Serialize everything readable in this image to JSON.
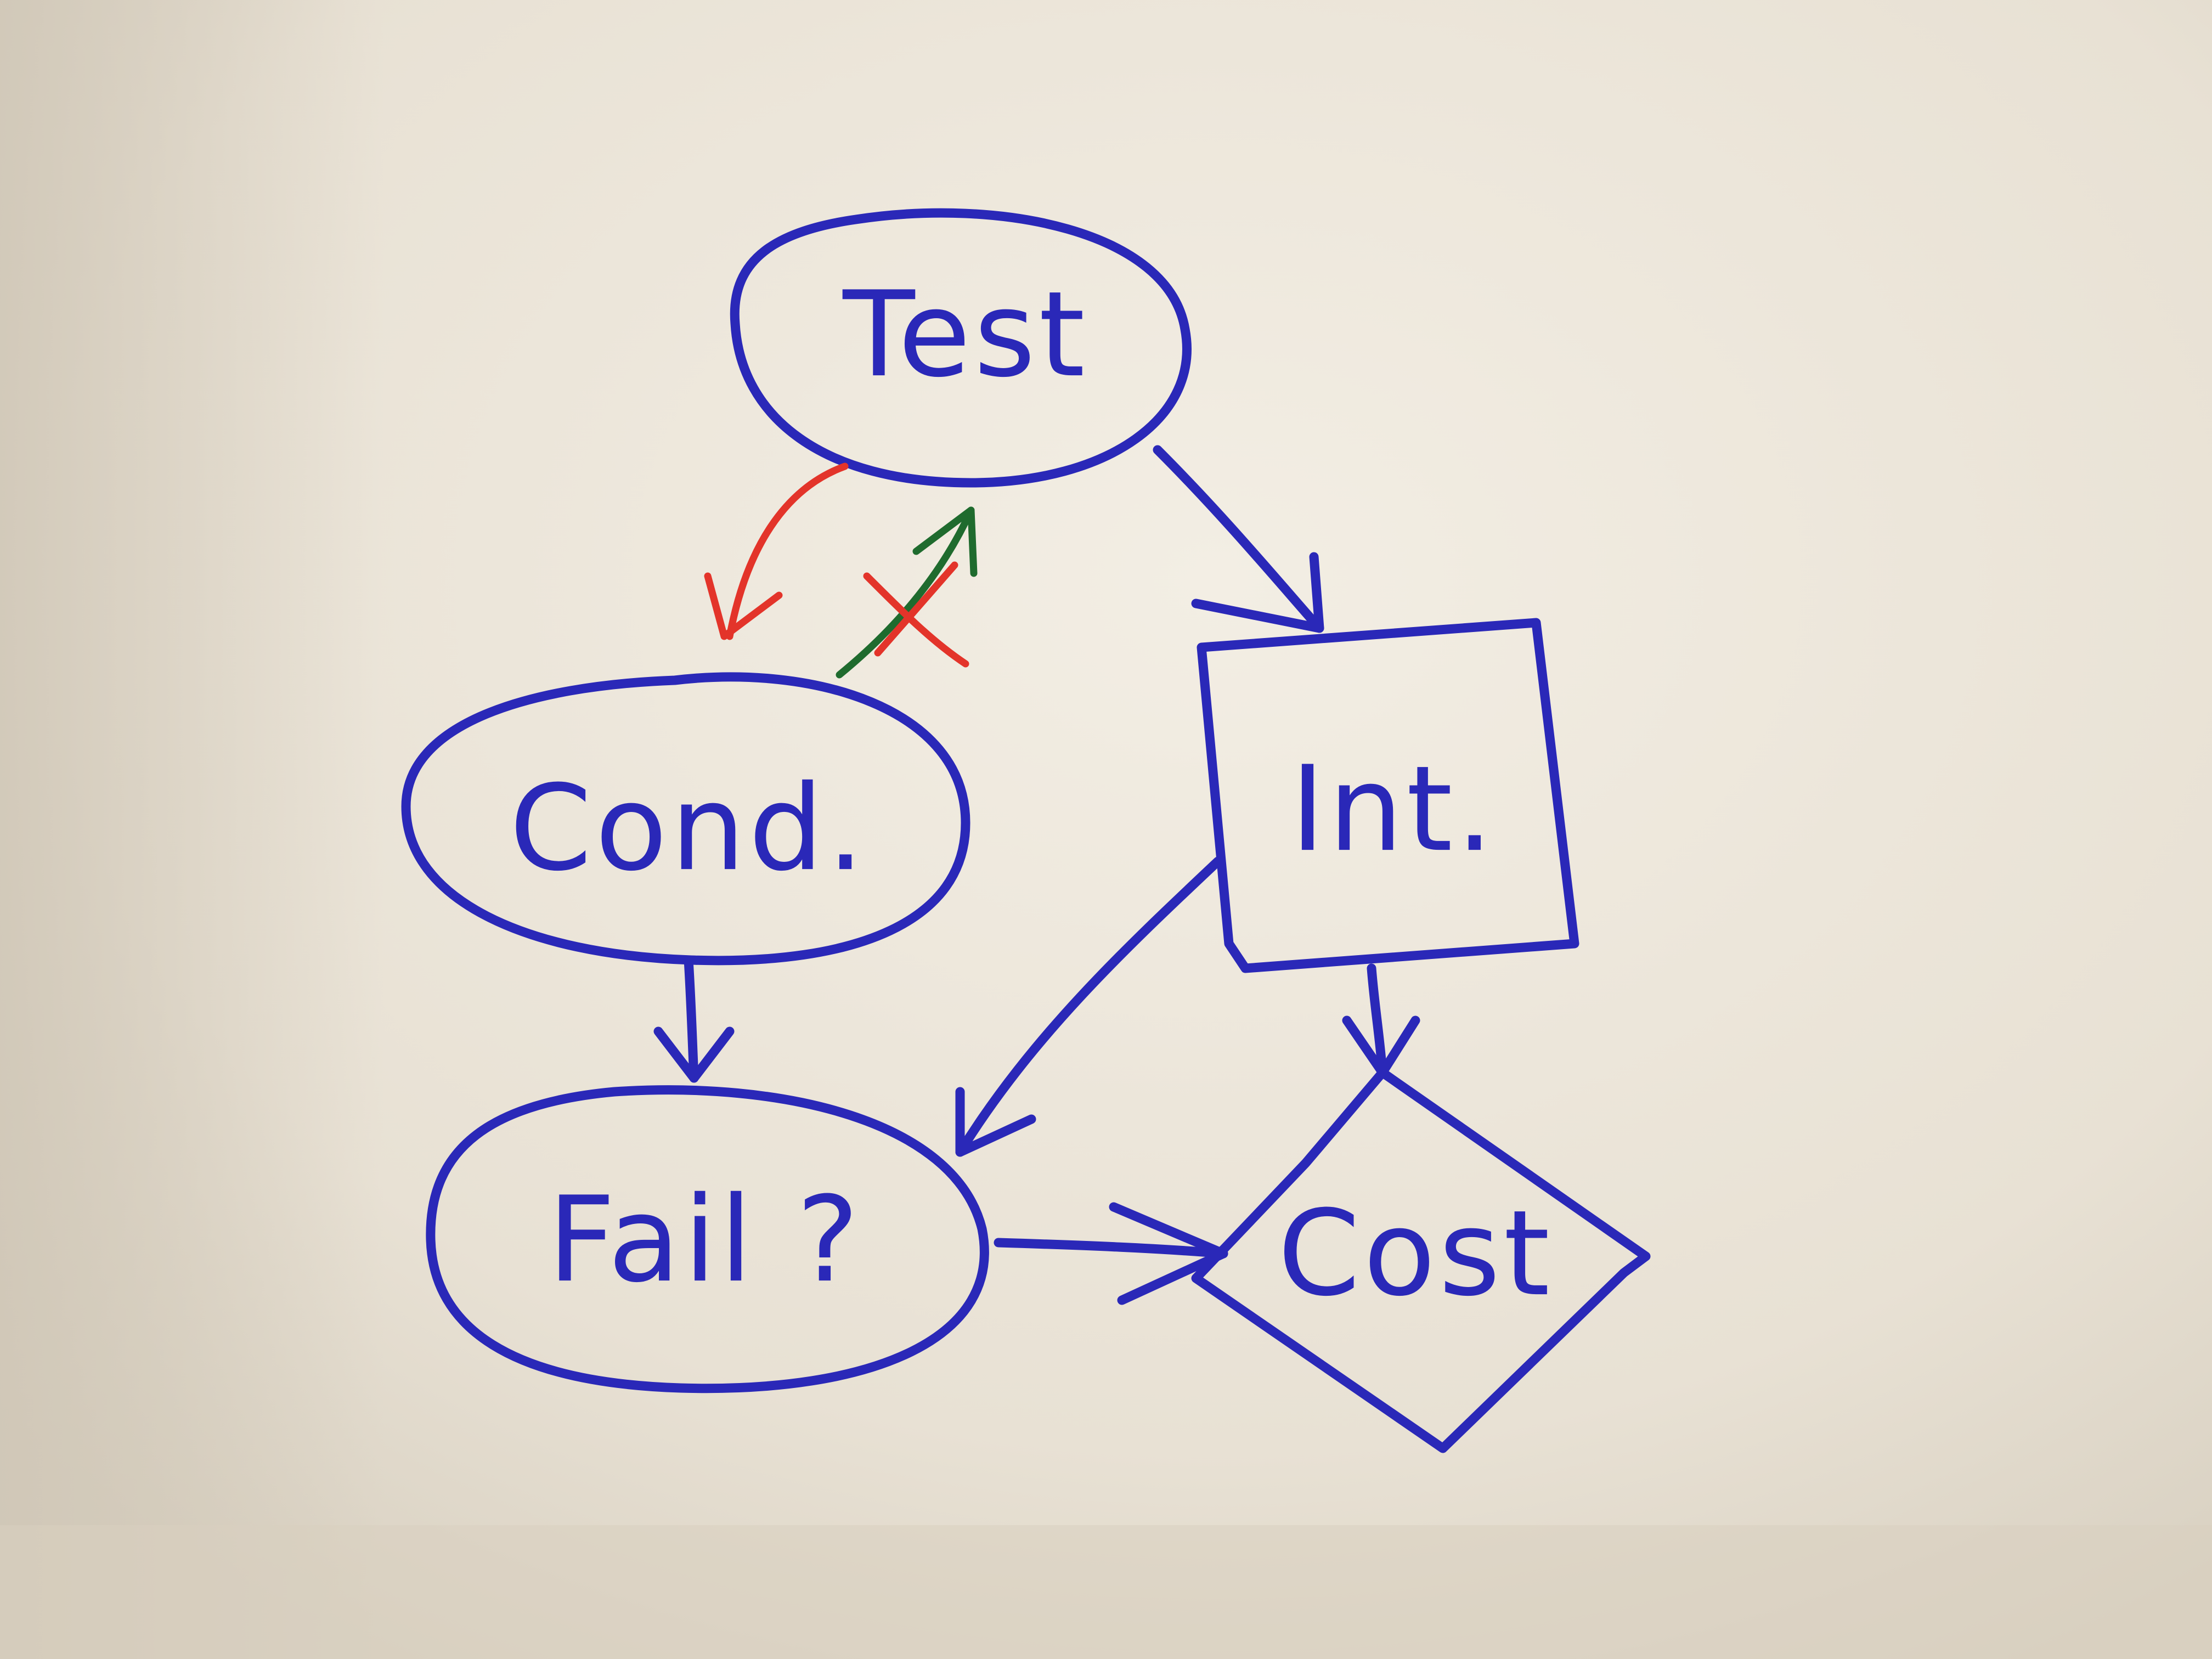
{
  "diagram": {
    "nodes": [
      {
        "id": "test",
        "label": "Test",
        "shape": "ellipse"
      },
      {
        "id": "cond",
        "label": "Cond.",
        "shape": "ellipse"
      },
      {
        "id": "int",
        "label": "Int.",
        "shape": "rectangle"
      },
      {
        "id": "fail",
        "label": "Fail ?",
        "shape": "ellipse"
      },
      {
        "id": "cost",
        "label": "Cost",
        "shape": "diamond"
      }
    ],
    "edges": [
      {
        "from": "test",
        "to": "int",
        "color": "blue",
        "crossed_out": false
      },
      {
        "from": "test",
        "to": "cond",
        "color": "red",
        "crossed_out": false
      },
      {
        "from": "cond",
        "to": "test",
        "color": "green",
        "crossed_out": true
      },
      {
        "from": "cond",
        "to": "fail",
        "color": "blue",
        "crossed_out": false
      },
      {
        "from": "int",
        "to": "fail",
        "color": "blue",
        "crossed_out": false
      },
      {
        "from": "int",
        "to": "cost",
        "color": "blue",
        "crossed_out": false
      },
      {
        "from": "fail",
        "to": "cost",
        "color": "blue",
        "crossed_out": false
      }
    ]
  },
  "colors": {
    "paper": "#ece6da",
    "ink_blue": "#2a28b8",
    "ink_red": "#e3342a",
    "ink_green": "#1f6b2e"
  }
}
